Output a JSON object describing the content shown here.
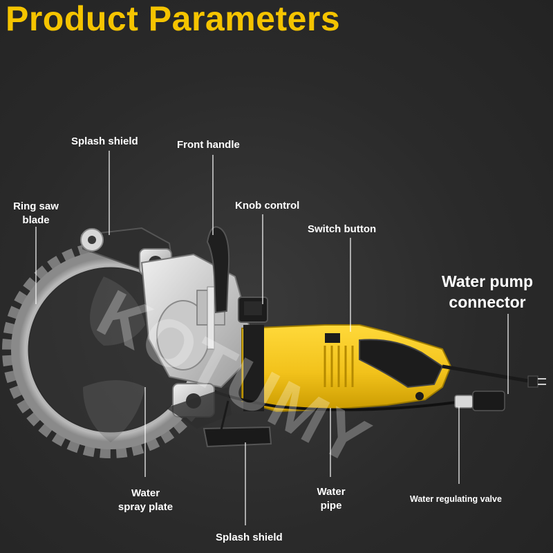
{
  "title": "Product Parameters",
  "watermark": "KOTUMY",
  "labels": {
    "splash_shield_top": "Splash shield",
    "front_handle": "Front handle",
    "ring_saw_blade_1": "Ring saw",
    "ring_saw_blade_2": "blade",
    "knob_control": "Knob control",
    "switch_button": "Switch button",
    "water_pump_1": "Water pump",
    "water_pump_2": "connector",
    "water_spray_1": "Water",
    "water_spray_2": "spray plate",
    "water_pipe_1": "Water",
    "water_pipe_2": "pipe",
    "water_valve": "Water regulating valve",
    "splash_shield_bottom": "Splash shield"
  },
  "colors": {
    "accent": "#f5c400",
    "background": "#2b2b2b",
    "body_yellow": "#f2c21b",
    "label": "#ffffff"
  }
}
